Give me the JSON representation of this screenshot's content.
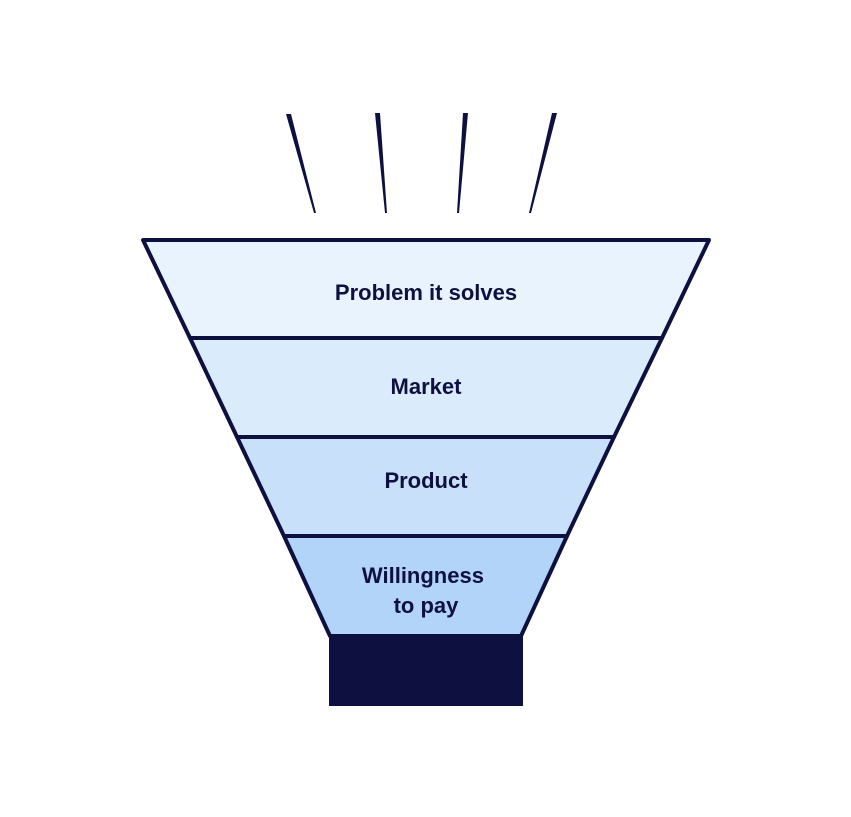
{
  "diagram": {
    "type": "funnel",
    "layers": [
      {
        "lines": [
          "Problem it solves"
        ],
        "fill": "#E9F3FD"
      },
      {
        "lines": [
          "Market"
        ],
        "fill": "#DAEBFC"
      },
      {
        "lines": [
          "Product"
        ],
        "fill": "#C8E0FA"
      },
      {
        "lines": [
          "Willingness",
          "to pay"
        ],
        "fill": "#B1D4F8"
      }
    ],
    "colors": {
      "outline": "#0E1140",
      "text": "#0E1140",
      "spout": "#0E1140",
      "background": "#FFFFFF"
    }
  }
}
